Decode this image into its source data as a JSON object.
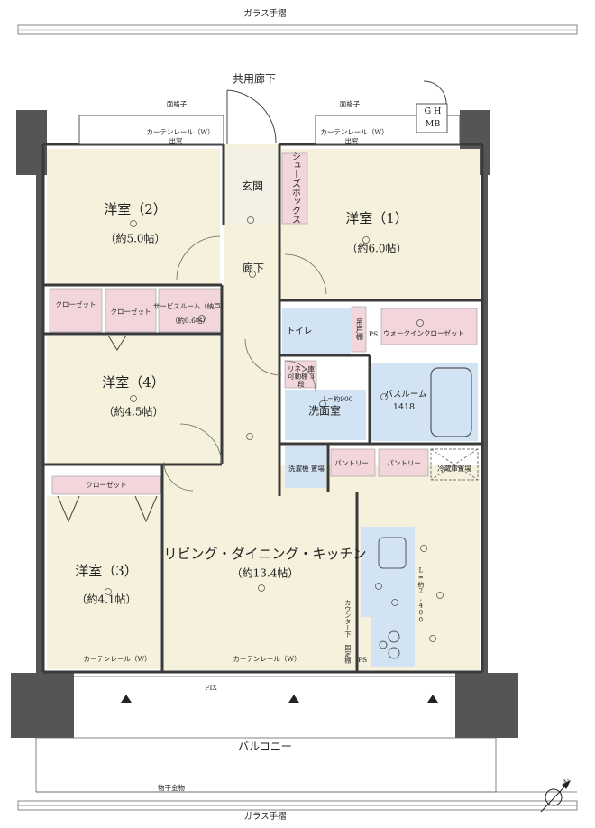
{
  "labels": {
    "glass_rail_top": "ガラス手摺",
    "glass_rail_bottom": "ガラス手摺",
    "common_corridor": "共用廊下",
    "grille_left": "面格子",
    "grille_right": "面格子",
    "curtain_rail_top_left": "カーテンレール（W）",
    "curtain_rail_top_right": "カーテンレール（W）",
    "bay_window_left": "出窓",
    "bay_window_right": "出窓",
    "gh": "G H",
    "mb": "MB",
    "shoe_box": "シューズボックス",
    "genkan": "玄関",
    "corridor": "廊下",
    "room2_name": "洋室（2）",
    "room2_size": "（約5.0帖）",
    "room1_name": "洋室（1）",
    "room1_size": "（約6.0帖）",
    "closet1": "クローゼット",
    "closet2": "クローゼット",
    "service_room_name": "サービスルーム（納戸）",
    "service_room_size": "（約0.6帖）",
    "toilet": "トイレ",
    "hanging_shelf": "吊戸棚",
    "ps_upper": "PS",
    "walkin_closet": "ウォークインクローゼット",
    "room4_name": "洋室（4）",
    "room4_size": "（約4.5帖）",
    "linen_shelf": "リネン庫 可動棚 3段",
    "l900": "L=約900",
    "washroom": "洗面室",
    "bathroom": "バスルーム",
    "bath_size": "1418",
    "washer": "洗濯機 置場",
    "pantry1": "パントリー",
    "pantry2": "パントリー",
    "fridge": "冷蔵庫置場",
    "closet3": "クローゼット",
    "room3_name": "洋室（3）",
    "room3_size": "（約4.1帖）",
    "ldk_name": "リビング・ダイニング・キッチン",
    "ldk_size": "（約13.4帖）",
    "l2400": "L=約2,400",
    "counter_shelf": "カウンター下 固定棚",
    "ps_lower": "PS",
    "curtain_rail_bottom_left": "カーテンレール（W）",
    "curtain_rail_bottom_mid": "カーテンレール（W）",
    "fix": "FIX",
    "balcony": "バルコニー",
    "laundry_hardware": "物干金物",
    "north_mark": "N"
  },
  "colors": {
    "room_fill": "#f6f1dc",
    "closet_fill": "#f2d6db",
    "wet_fill": "#d2e3f3",
    "wall": "#3a3a3a",
    "outer_wall": "#555555"
  }
}
